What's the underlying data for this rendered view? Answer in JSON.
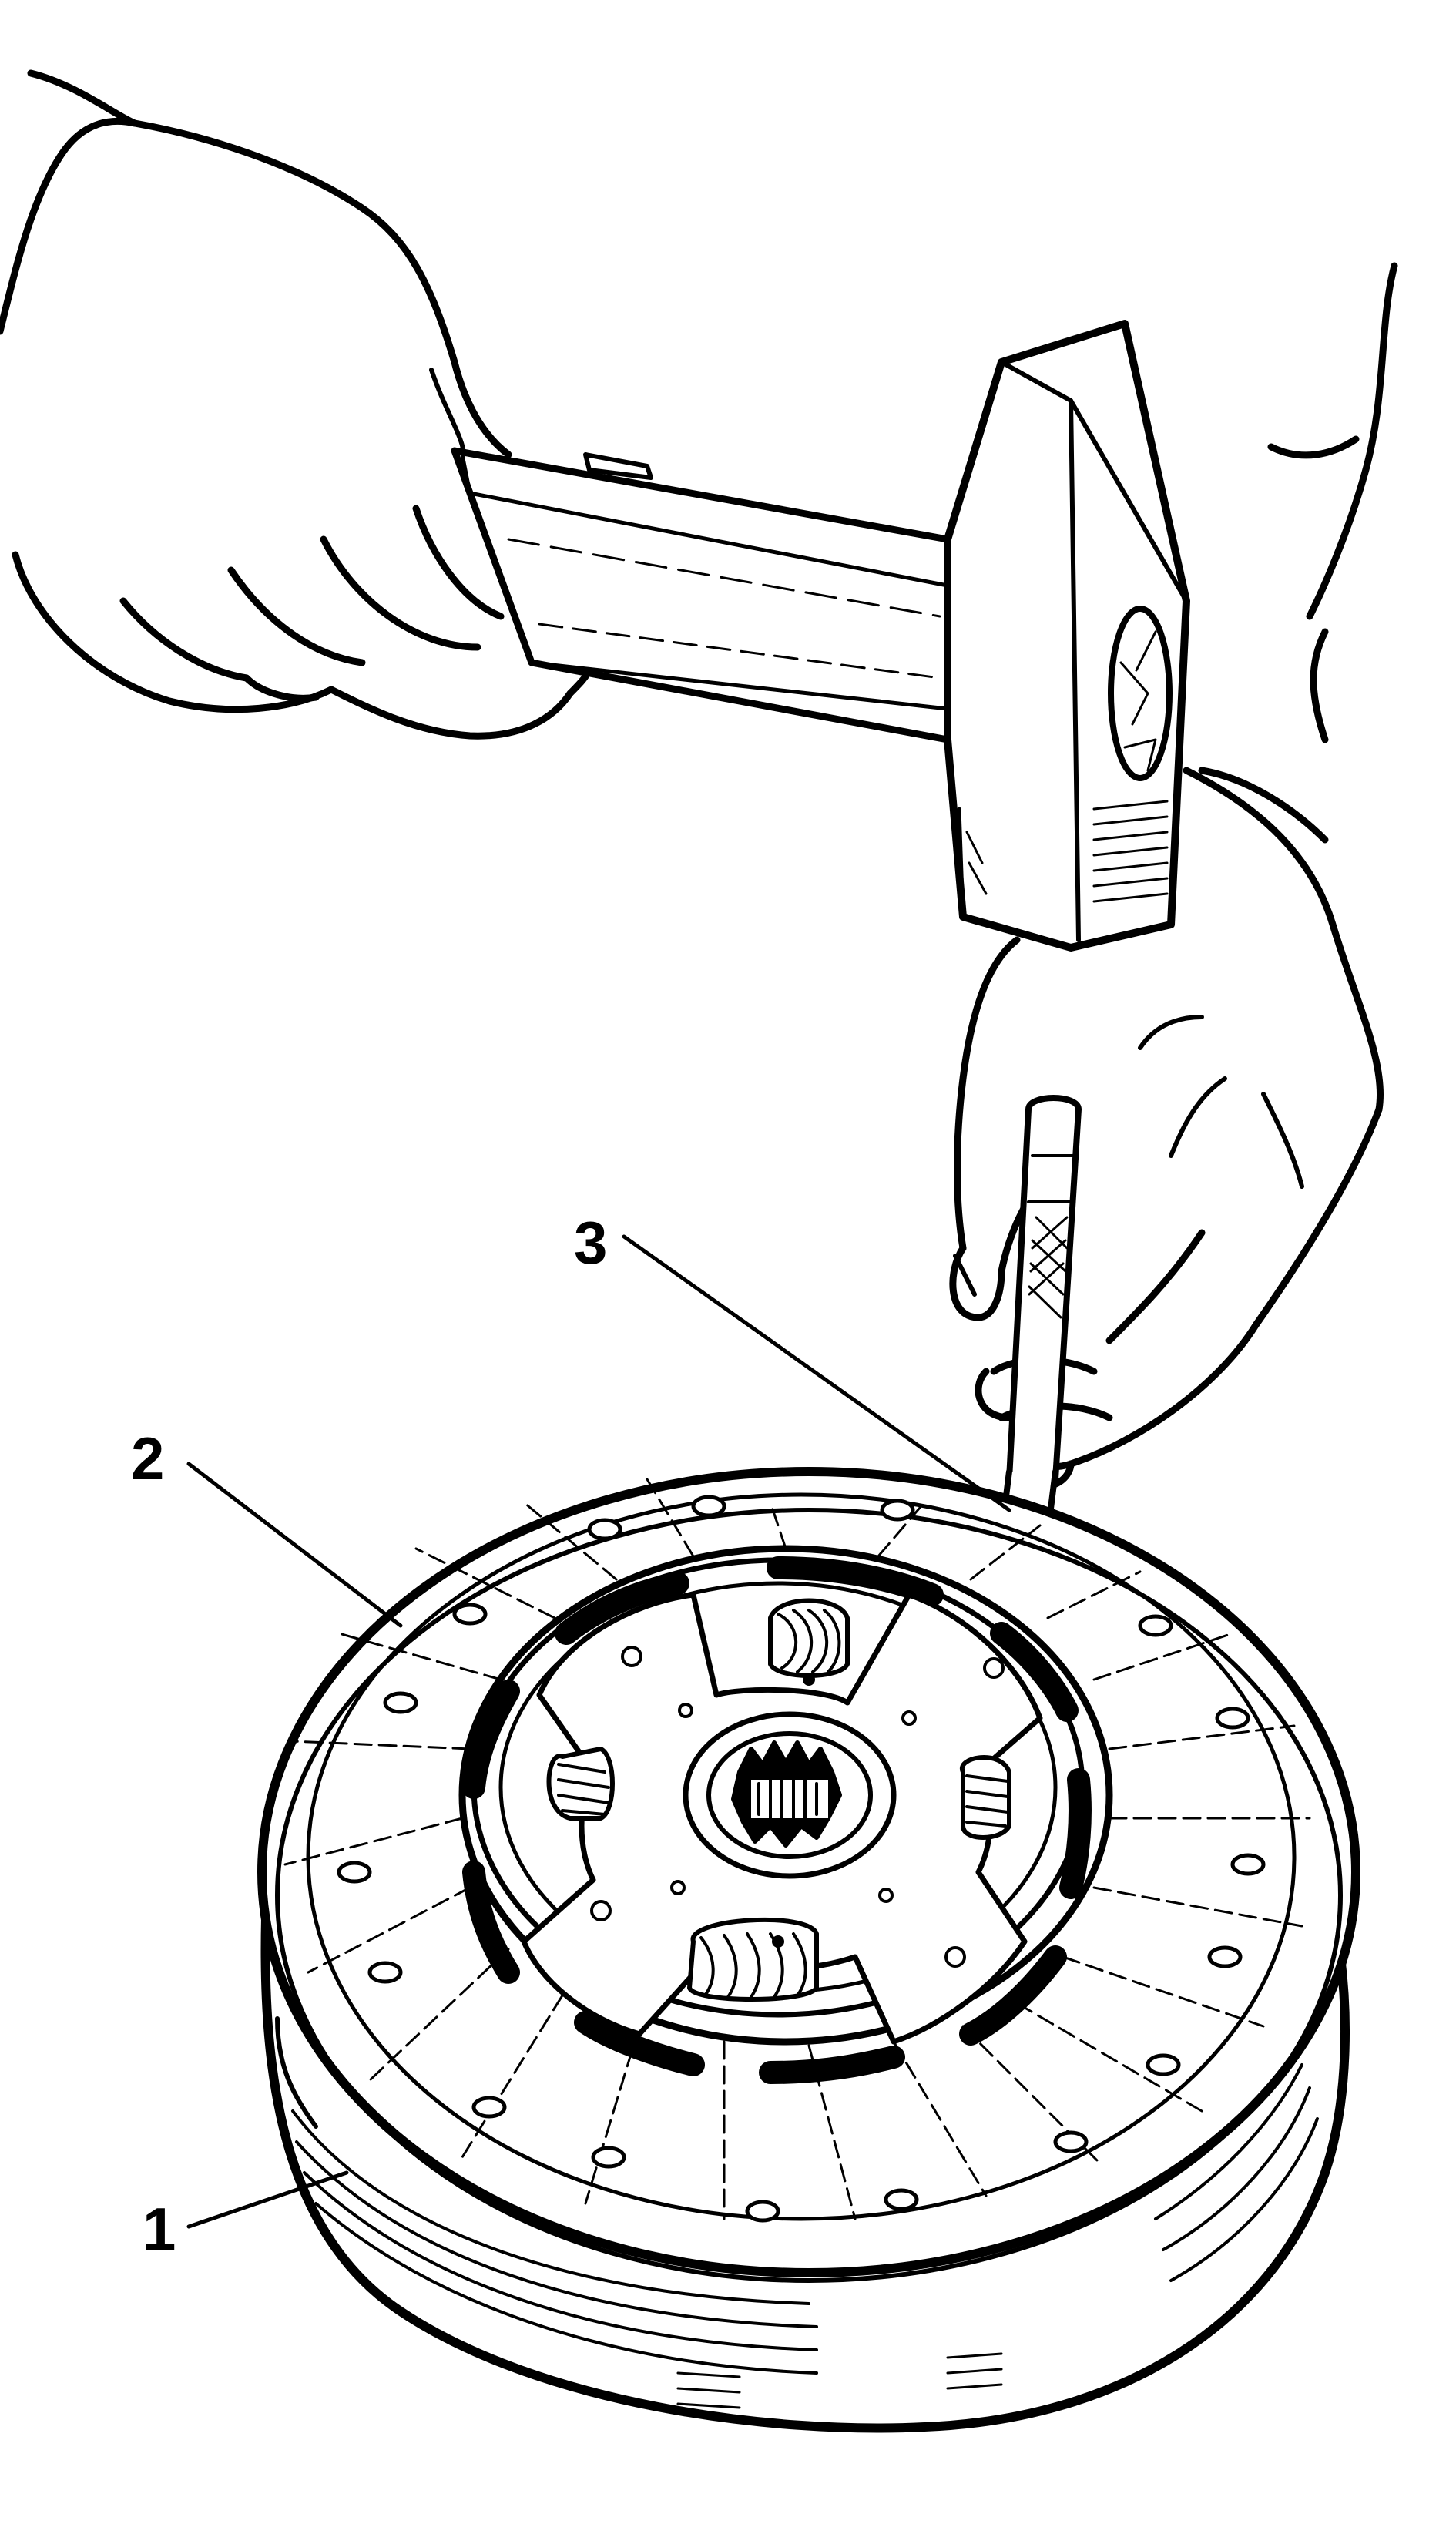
{
  "illustration": {
    "subject": "hammer-and-punch-on-clutch-disc",
    "ink_color": "#000000",
    "paper_color": "#ffffff"
  },
  "callouts": [
    {
      "id": "1",
      "label": "1"
    },
    {
      "id": "2",
      "label": "2"
    },
    {
      "id": "3",
      "label": "3"
    }
  ]
}
